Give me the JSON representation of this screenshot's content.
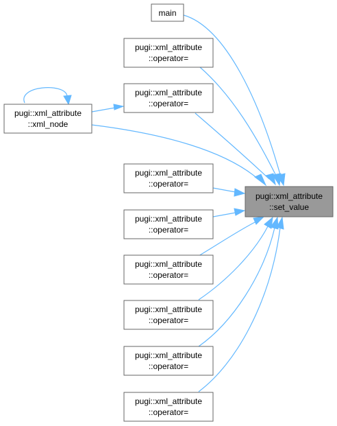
{
  "graph": {
    "colors": {
      "edge": "#63b8ff",
      "node_border": "#666666",
      "node_fill": "#ffffff",
      "target_fill": "#999999"
    },
    "nodes": {
      "target": {
        "line1": "pugi::xml_attribute",
        "line2": "::set_value"
      },
      "main": {
        "label": "main"
      },
      "op_1": {
        "line1": "pugi::xml_attribute",
        "line2": "::operator="
      },
      "op_2": {
        "line1": "pugi::xml_attribute",
        "line2": "::operator="
      },
      "xml_node": {
        "line1": "pugi::xml_attribute",
        "line2": "::xml_node"
      },
      "op_3": {
        "line1": "pugi::xml_attribute",
        "line2": "::operator="
      },
      "op_4": {
        "line1": "pugi::xml_attribute",
        "line2": "::operator="
      },
      "op_5": {
        "line1": "pugi::xml_attribute",
        "line2": "::operator="
      },
      "op_6": {
        "line1": "pugi::xml_attribute",
        "line2": "::operator="
      },
      "op_7": {
        "line1": "pugi::xml_attribute",
        "line2": "::operator="
      },
      "op_8": {
        "line1": "pugi::xml_attribute",
        "line2": "::operator="
      }
    }
  }
}
